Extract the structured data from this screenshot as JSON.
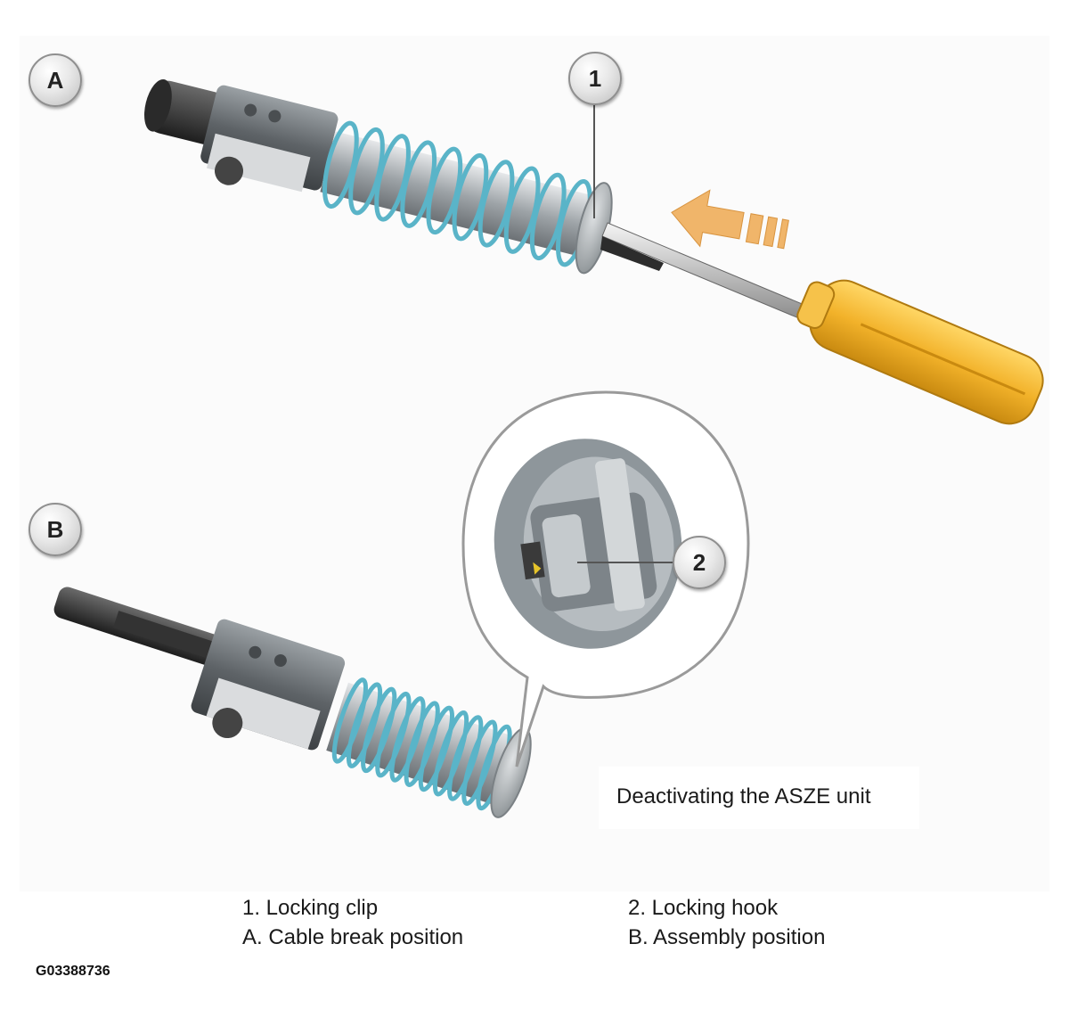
{
  "labels": {
    "a": "A",
    "b": "B",
    "one": "1",
    "two": "2"
  },
  "caption": "Deactivating the ASZE unit",
  "legend": {
    "left": [
      "1. Locking clip",
      "A. Cable break position"
    ],
    "right": [
      "2. Locking hook",
      "B. Assembly position"
    ]
  },
  "figure_id": "G03388736",
  "colors": {
    "spring": "#5ab4c8",
    "handle": "#f2b22a",
    "arrow": "#f0b56a",
    "metal": "#6b6f73"
  }
}
